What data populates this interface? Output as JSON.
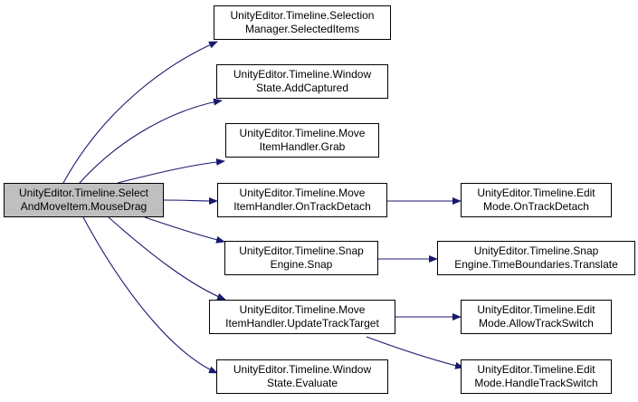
{
  "colors": {
    "edge": "#191970",
    "node_border": "#000000",
    "root_fill": "#bfbfbf",
    "node_fill": "#ffffff"
  },
  "nodes": {
    "root": {
      "line1": "UnityEditor.Timeline.Select",
      "line2": "AndMoveItem.MouseDrag"
    },
    "selected_items": {
      "line1": "UnityEditor.Timeline.Selection",
      "line2": "Manager.SelectedItems"
    },
    "add_captured": {
      "line1": "UnityEditor.Timeline.Window",
      "line2": "State.AddCaptured"
    },
    "grab": {
      "line1": "UnityEditor.Timeline.Move",
      "line2": "ItemHandler.Grab"
    },
    "on_track_detach": {
      "line1": "UnityEditor.Timeline.Move",
      "line2": "ItemHandler.OnTrackDetach"
    },
    "snap": {
      "line1": "UnityEditor.Timeline.Snap",
      "line2": "Engine.Snap"
    },
    "update_track_target": {
      "line1": "UnityEditor.Timeline.Move",
      "line2": "ItemHandler.UpdateTrackTarget"
    },
    "evaluate": {
      "line1": "UnityEditor.Timeline.Window",
      "line2": "State.Evaluate"
    },
    "edit_on_track_detach": {
      "line1": "UnityEditor.Timeline.Edit",
      "line2": "Mode.OnTrackDetach"
    },
    "time_boundaries": {
      "line1": "UnityEditor.Timeline.Snap",
      "line2": "Engine.TimeBoundaries.Translate"
    },
    "allow_track_switch": {
      "line1": "UnityEditor.Timeline.Edit",
      "line2": "Mode.AllowTrackSwitch"
    },
    "handle_track_switch": {
      "line1": "UnityEditor.Timeline.Edit",
      "line2": "Mode.HandleTrackSwitch"
    }
  }
}
